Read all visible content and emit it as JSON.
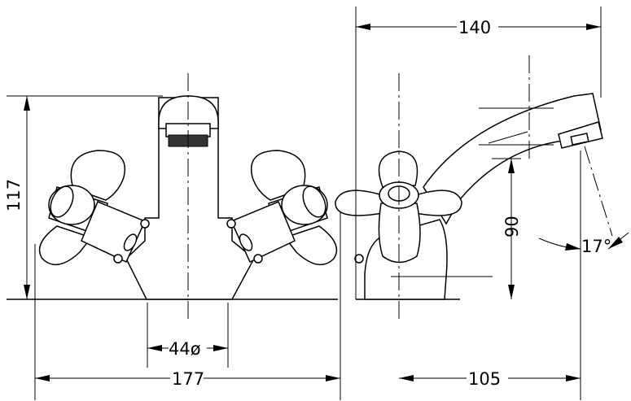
{
  "dimensions": {
    "overall_width": "177",
    "height": "117",
    "center_distance": "44ø",
    "depth": "140",
    "spout_reach": "105",
    "spout_height": "90",
    "spout_angle": "17°"
  },
  "colors": {
    "line": "#000000",
    "background": "#ffffff"
  }
}
